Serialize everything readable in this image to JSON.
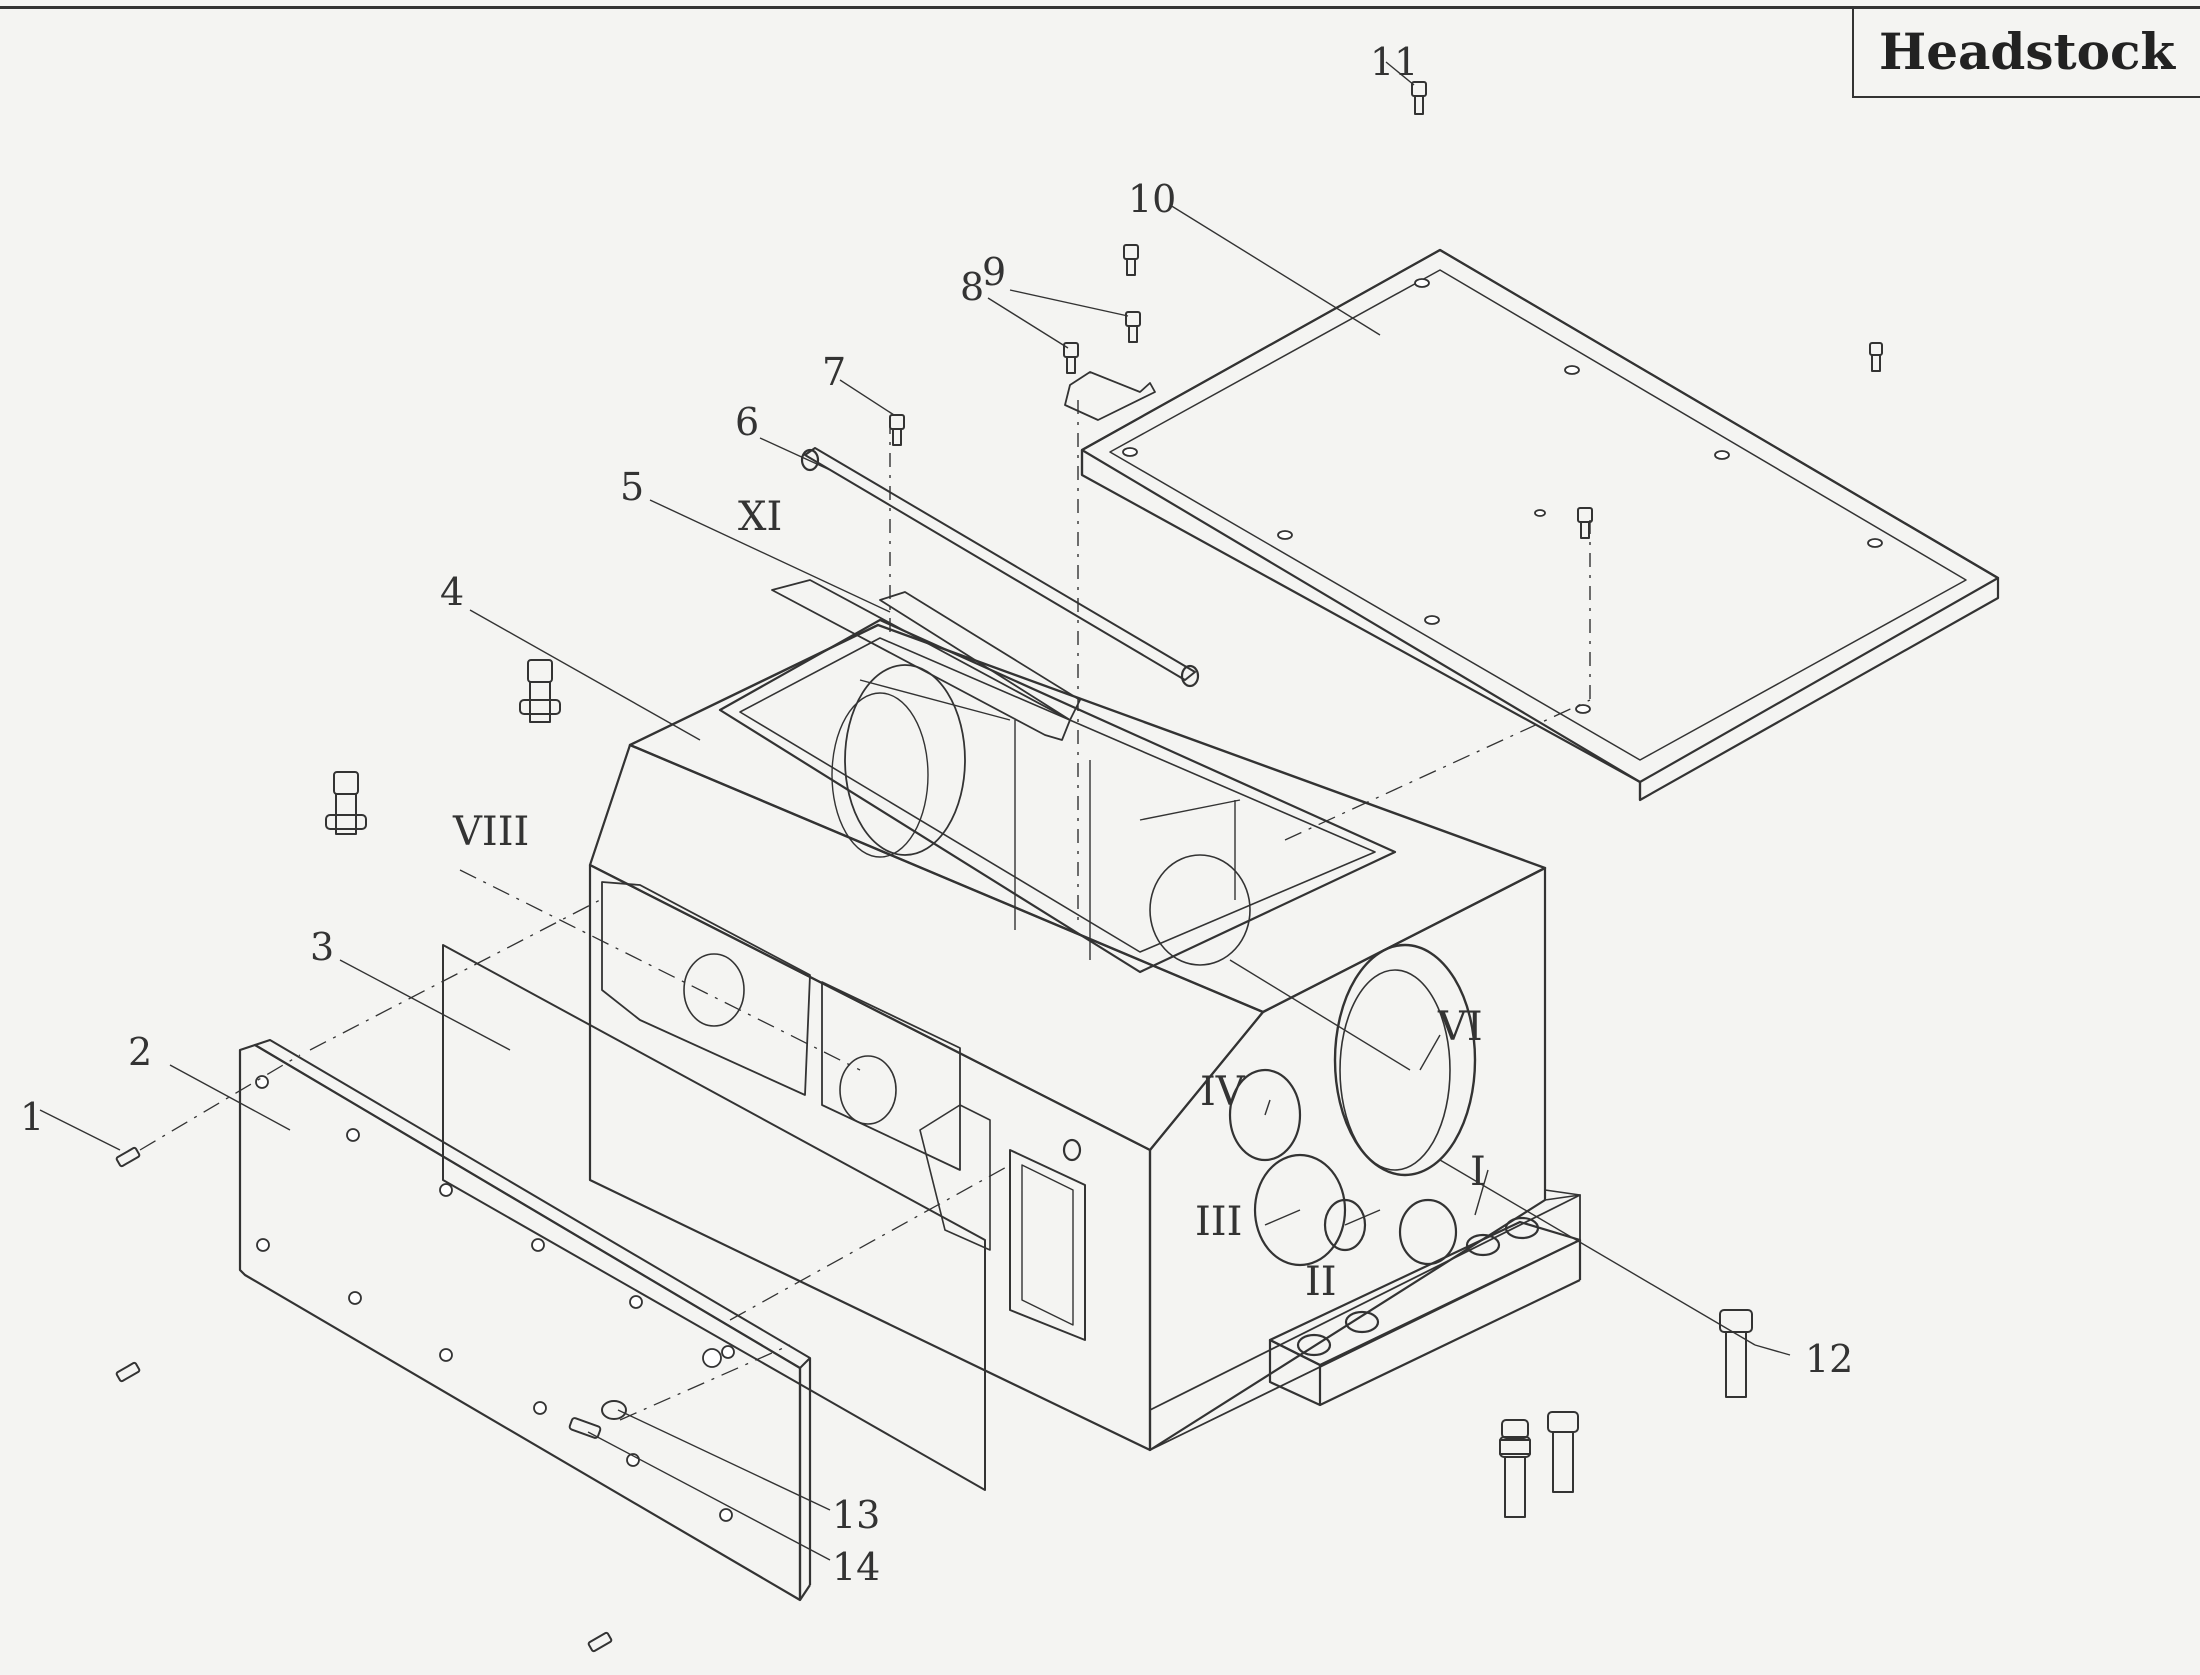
{
  "title": "Headstock",
  "callouts": [
    "1",
    "2",
    "3",
    "4",
    "5",
    "6",
    "7",
    "8",
    "9",
    "10",
    "11",
    "12",
    "13",
    "14"
  ],
  "shafts": [
    "I",
    "II",
    "III",
    "IV",
    "VI",
    "VIII",
    "XI"
  ]
}
